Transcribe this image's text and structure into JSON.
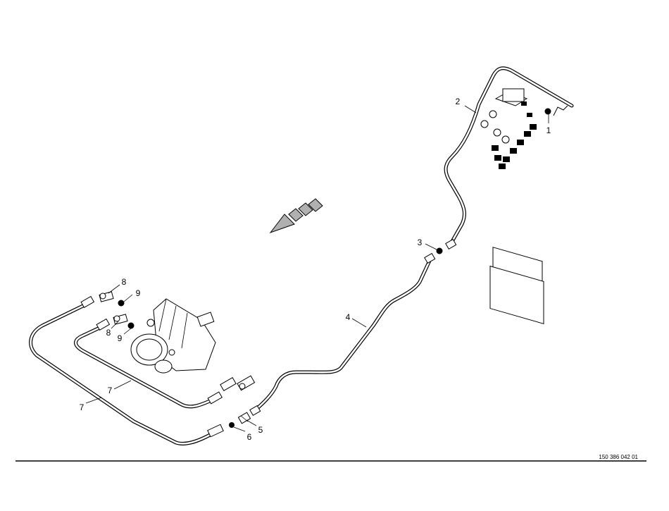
{
  "diagram": {
    "callouts": [
      {
        "id": "c1",
        "label": "1"
      },
      {
        "id": "c2",
        "label": "2"
      },
      {
        "id": "c3",
        "label": "3"
      },
      {
        "id": "c4",
        "label": "4"
      },
      {
        "id": "c5",
        "label": "5"
      },
      {
        "id": "c6",
        "label": "6"
      },
      {
        "id": "c7a",
        "label": "7"
      },
      {
        "id": "c7b",
        "label": "7"
      },
      {
        "id": "c8a",
        "label": "8"
      },
      {
        "id": "c8b",
        "label": "8"
      },
      {
        "id": "c9a",
        "label": "9"
      },
      {
        "id": "c9b",
        "label": "9"
      }
    ],
    "reference_number": "150 386 042 01",
    "colors": {
      "line": "#000000",
      "background": "#ffffff",
      "direction_arrow": "#b0b0b0"
    }
  }
}
